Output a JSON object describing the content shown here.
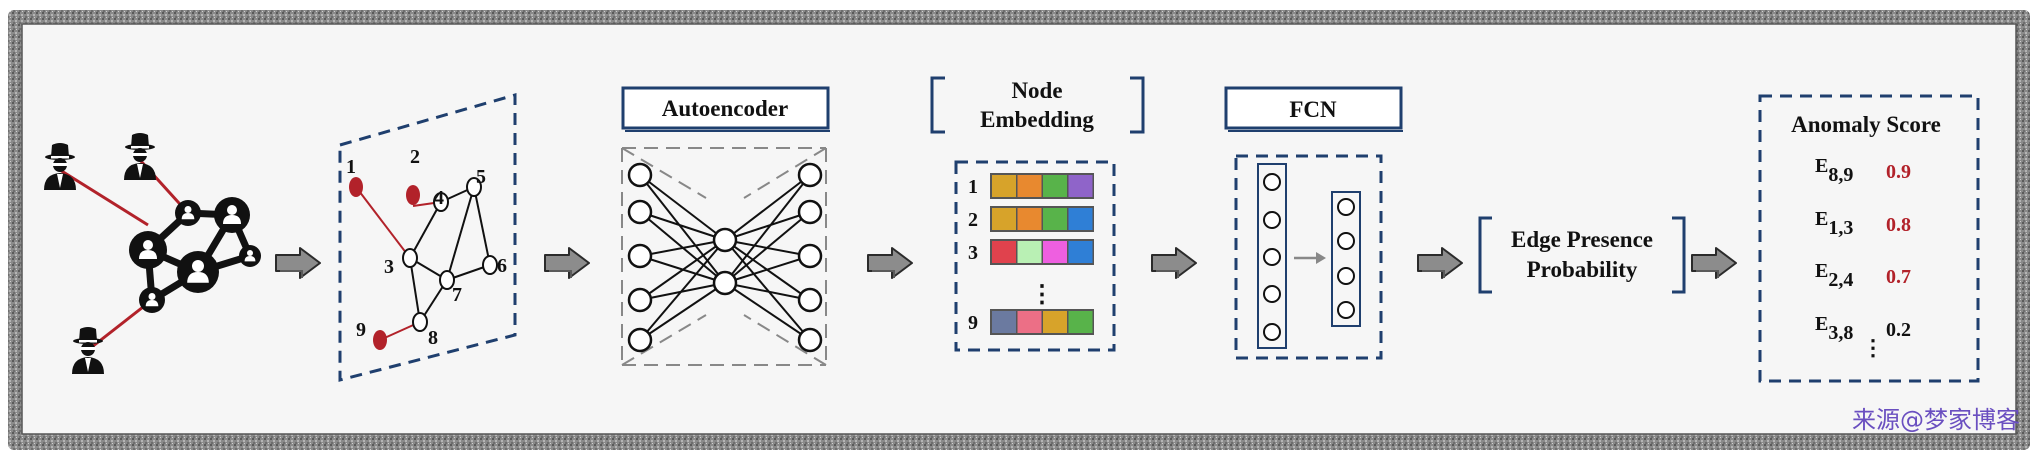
{
  "colors": {
    "frame_dark": "#3a3a3a",
    "navy": "#1f3f6e",
    "red": "#b2222a",
    "arrow_fill": "#8c8c8c",
    "watermark": "#6a4fc0",
    "emb_orange": "#e8892f",
    "emb_gold": "#d7a32a",
    "emb_green": "#58b34a",
    "emb_purple": "#8f64c9",
    "emb_blue": "#2f7fd6",
    "emb_red": "#e0424d",
    "emb_mint": "#b9f0b4",
    "emb_pink": "#ee5fe0",
    "emb_grey": "#6b7aa0",
    "emb_rose": "#ec6f86"
  },
  "icons": {
    "attacker": "spy-icon",
    "user": "user-icon"
  },
  "graph": {
    "labels": [
      "1",
      "2",
      "3",
      "4",
      "5",
      "6",
      "7",
      "8",
      "9"
    ]
  },
  "autoencoder": {
    "title": "Autoencoder"
  },
  "node_embedding": {
    "title_line1": "Node",
    "title_line2": "Embedding",
    "rows": [
      {
        "label": "1",
        "colors": [
          "#d7a32a",
          "#e8892f",
          "#58b34a",
          "#8f64c9"
        ]
      },
      {
        "label": "2",
        "colors": [
          "#d7a32a",
          "#e8892f",
          "#58b34a",
          "#2f7fd6"
        ]
      },
      {
        "label": "3",
        "colors": [
          "#e0424d",
          "#b9f0b4",
          "#ee5fe0",
          "#2f7fd6"
        ]
      },
      {
        "label": "9",
        "colors": [
          "#6b7aa0",
          "#ec6f86",
          "#d7a32a",
          "#58b34a"
        ]
      }
    ],
    "ellipsis": "⋮"
  },
  "fcn": {
    "title": "FCN"
  },
  "edge_presence": {
    "line1": "Edge Presence",
    "line2": "Probability"
  },
  "anomaly": {
    "title": "Anomaly Score",
    "rows": [
      {
        "edge": "E",
        "sub": "8,9",
        "score": "0.9",
        "highlight": true
      },
      {
        "edge": "E",
        "sub": "1,3",
        "score": "0.8",
        "highlight": true
      },
      {
        "edge": "E",
        "sub": "2,4",
        "score": "0.7",
        "highlight": true
      },
      {
        "edge": "E",
        "sub": "3,8",
        "score": "0.2",
        "highlight": false
      }
    ],
    "ellipsis": "⋮"
  },
  "watermark": "来源@梦家博客"
}
